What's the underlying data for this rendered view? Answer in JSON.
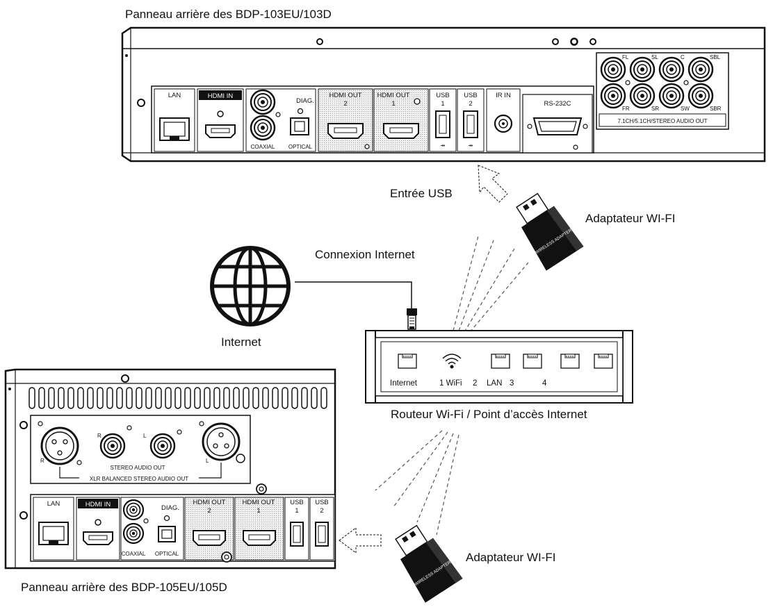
{
  "captions": {
    "top_panel": "Panneau arrière des BDP-103EU/103D",
    "bottom_panel": "Panneau arrière des BDP-105EU/105D",
    "usb_input": "Entrée USB",
    "wifi_adapter_top": "Adaptateur WI-FI",
    "wifi_adapter_bottom": "Adaptateur WI-FI",
    "internet_connection": "Connexion Internet",
    "internet": "Internet",
    "router": "Routeur Wi-Fi / Point d’accès Internet"
  },
  "top_panel": {
    "lan": "LAN",
    "hdmi_in": "HDMI IN",
    "diag": "DIAG.",
    "coaxial": "COAXIAL",
    "optical": "OPTICAL",
    "hdmi_out": "HDMI OUT",
    "hdmi_out_2": "2",
    "hdmi_out_1": "1",
    "usb": "USB",
    "usb_1": "1",
    "usb_2": "2",
    "ir_in": "IR IN",
    "rs232c": "RS-232C",
    "fl": "FL",
    "sl": "SL",
    "c": "C",
    "sbl": "SBL",
    "fr": "FR",
    "sr": "SR",
    "sw": "SW",
    "sbr": "SBR",
    "multich": "7.1CH/5.1CH/STEREO AUDIO OUT"
  },
  "bottom_panel": {
    "r": "R",
    "l": "L",
    "stereo_audio_out": "STEREO AUDIO OUT",
    "xlr_out": "XLR BALANCED STEREO AUDIO OUT",
    "lan": "LAN",
    "hdmi_in": "HDMI IN",
    "diag": "DIAG.",
    "coaxial": "COAXIAL",
    "optical": "OPTICAL",
    "hdmi_out": "HDMI OUT",
    "hdmi_out_2": "2",
    "hdmi_out_1": "1",
    "usb": "USB",
    "usb_1": "1",
    "usb_2": "2"
  },
  "router": {
    "port_internet": "Internet",
    "port_wifi": "1 WiFi",
    "num_2": "2",
    "lan": "LAN",
    "num_3": "3",
    "num_4": "4"
  },
  "dongle": {
    "brand": "WIRELESS ADAPTER"
  },
  "icons": {
    "globe": "globe-icon",
    "wifi": "wifi-icon",
    "ethernet_plug": "ethernet-plug-icon",
    "usb": "usb-trident-icon"
  }
}
